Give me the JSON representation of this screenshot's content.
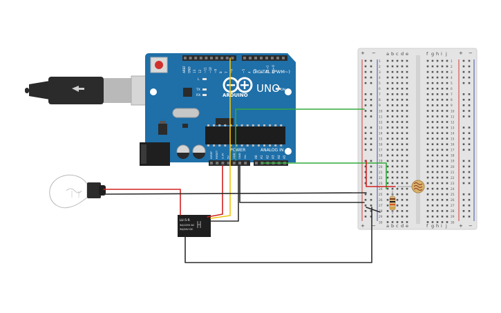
{
  "arduino": {
    "logo_text": "ARDUINO",
    "model": "UNO",
    "digital_label": "DIGITAL (PWM~)",
    "power_label": "POWER",
    "analog_label": "ANALOG IN",
    "on_label": "ON",
    "l_label": "L",
    "tx_label": "TX",
    "rx_label": "RX",
    "top_pin_labels": [
      "AREF",
      "GND",
      "13",
      "12",
      "~11",
      "~10",
      "~9",
      "8",
      "7",
      "~6",
      "~5",
      "4",
      "~3",
      "2",
      "TX→1",
      "RX←0"
    ],
    "power_pin_labels": [
      "IOREF",
      "RESET",
      "3.3V",
      "5V",
      "GND",
      "GND",
      "Vin"
    ],
    "analog_pin_labels": [
      "A0",
      "A1",
      "A2",
      "A3",
      "A4",
      "A5"
    ]
  },
  "relay": {
    "part": "LU-5-R",
    "rating_line1": "5A/125V AC",
    "rating_line2": "5A/24V DC"
  },
  "breadboard": {
    "columns_left": [
      "a",
      "b",
      "c",
      "d",
      "e"
    ],
    "columns_right": [
      "f",
      "g",
      "h",
      "i",
      "j"
    ],
    "rows": [
      "1",
      "2",
      "3",
      "4",
      "5",
      "6",
      "7",
      "8",
      "9",
      "10",
      "11",
      "12",
      "13",
      "14",
      "15",
      "16",
      "17",
      "18",
      "19",
      "20",
      "21",
      "22",
      "23",
      "24",
      "25",
      "26",
      "27",
      "28",
      "29",
      "30"
    ],
    "plus": "+",
    "minus": "−"
  },
  "colors": {
    "board": "#1f6fa8",
    "board_dark": "#135685",
    "wire_red": "#d0201e",
    "wire_yellow": "#f0c20a",
    "wire_green": "#2eaa3a",
    "wire_black": "#2b2b2b",
    "rail_red": "#d43a34",
    "rail_blue": "#3c4fb0"
  },
  "icons": {
    "usb": "usb-cable-icon",
    "bulb": "light-bulb-icon",
    "photoresistor": "photoresistor-icon",
    "resistor": "resistor-icon"
  }
}
